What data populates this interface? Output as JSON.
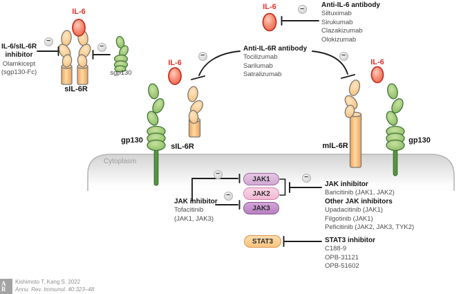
{
  "colors": {
    "il6_red": "#e03327",
    "il6_fill": "#f2715a",
    "receptor_orange": "#f6b66d",
    "gp130_green": "#7fb254",
    "membrane_gray": "#d3d3d3",
    "jak1_purple": "#d8b1da",
    "jak2_pink": "#f5c3db",
    "jak3_purple": "#bd87c6",
    "stat3_orange": "#facb8c",
    "line_black": "#1d1d1d"
  },
  "molecules": {
    "il6": "IL-6",
    "sil6r": "sIL-6R",
    "sgp130": "sgp130",
    "gp130": "gp130",
    "mil6r": "mIL-6R",
    "jak1": "JAK1",
    "jak2": "JAK2",
    "jak3": "JAK3",
    "stat3": "STAT3",
    "cytoplasm": "Cytoplasm"
  },
  "minus_sign": "−",
  "blocks": {
    "il6_sil6r_inhibitor": {
      "title1": "IL-6/sIL-6R",
      "title2": "inhibitor",
      "lines": [
        "Olamkicept",
        "(sgp130-Fc)"
      ]
    },
    "anti_il6_antibody": {
      "title": "Anti-IL-6 antibody",
      "lines": [
        "Siltuximab",
        "Sirukumab",
        "Clazakizumab",
        "Olokizumab"
      ]
    },
    "anti_il6r_antibody": {
      "title": "Anti-IL-6R antibody",
      "lines": [
        "Tocilizumab",
        "Sarilumab",
        "Satralizumab"
      ]
    },
    "jak_inhibitor_left": {
      "title": "JAK inhibitor",
      "lines": [
        "Tofacitinib",
        "(JAK1, JAK3)"
      ]
    },
    "jak_inhibitor_right": {
      "title": "JAK inhibitor",
      "lines": [
        "Baricitinib (JAK1, JAK2)"
      ]
    },
    "other_jak_inhibitors": {
      "title": "Other JAK inhibitors",
      "lines": [
        "Upadacitinib (JAK1)",
        "Filgotinib (JAK1)",
        "Peficitinib (JAK2, JAK3, TYK2)"
      ]
    },
    "stat3_inhibitor": {
      "title": "STAT3 inhibitor",
      "lines": [
        "C188-9",
        "OPB-31121",
        "OPB-51602"
      ]
    }
  },
  "citation": {
    "authors": "Kishimoto T, Kang S. 2022",
    "journal": "Annu. Rev. Immunol. 40:323–48",
    "logo_line1": "A",
    "logo_line2": "R"
  }
}
